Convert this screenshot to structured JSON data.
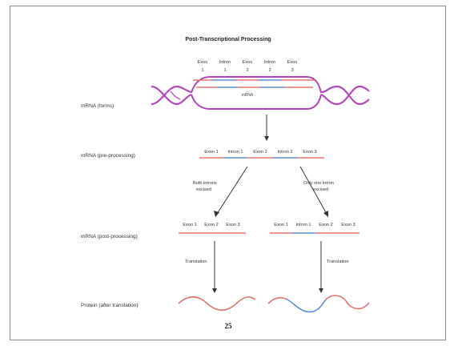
{
  "title": "Post-Transcriptional Processing",
  "stages": {
    "mrna_forms": "mRNA (forms)",
    "pre_processing": "mRNA (pre-processing)",
    "post_processing": "mRNA (post-processing)",
    "protein": "Protein (after translation)"
  },
  "gene_segments": [
    {
      "word": "Exon",
      "num": "1"
    },
    {
      "word": "Intron",
      "num": "1"
    },
    {
      "word": "Exon",
      "num": "2"
    },
    {
      "word": "Intron",
      "num": "2"
    },
    {
      "word": "Exon",
      "num": "3"
    }
  ],
  "strand_label": "mRNA",
  "pre_segments": [
    "Exon 1",
    "Intron 1",
    "Exon 2",
    "Intron 2",
    "Exon 3"
  ],
  "branch_labels": {
    "left_line1": "Both introns",
    "left_line2": "excised",
    "right_line1": "Only one intron",
    "right_line2": "excised"
  },
  "post_left_segments": [
    "Exon 1",
    "Exon 2",
    "Exon 3"
  ],
  "post_right_segments": [
    "Exon 1",
    "Intron 1",
    "Exon 2",
    "Exon 3"
  ],
  "translation_left": "Translation",
  "translation_right": "Translation",
  "page_number": "25",
  "colors": {
    "exon": "#e57373",
    "intron": "#5b8fd6",
    "helix": "#b048b8",
    "ink": "#333333"
  }
}
